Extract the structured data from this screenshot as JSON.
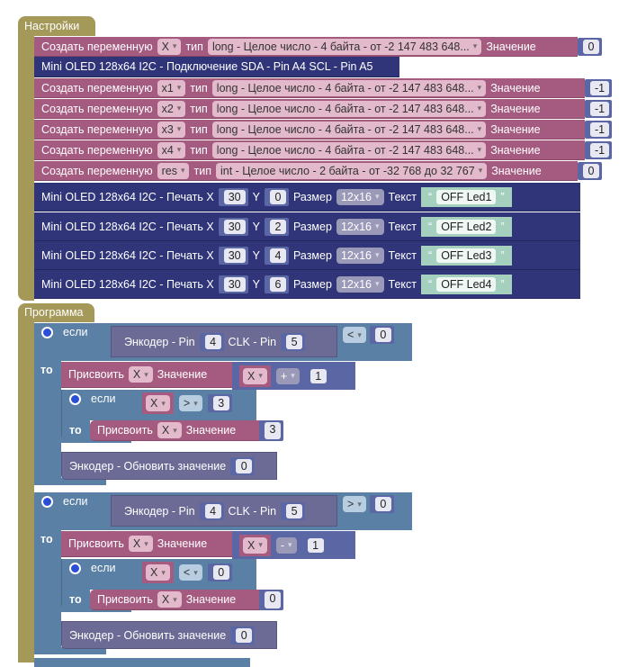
{
  "setup": {
    "label": "Настройки",
    "vars": [
      {
        "create": "Создать переменную",
        "name": "X",
        "type_label": "тип",
        "type": "long - Целое число - 4 байта - от -2 147 483 648...",
        "value_label": "Значение",
        "value": "0"
      },
      {
        "create": "Создать переменную",
        "name": "x1",
        "type_label": "тип",
        "type": "long - Целое число - 4 байта - от -2 147 483 648...",
        "value_label": "Значение",
        "value": "-1"
      },
      {
        "create": "Создать переменную",
        "name": "x2",
        "type_label": "тип",
        "type": "long - Целое число - 4 байта - от -2 147 483 648...",
        "value_label": "Значение",
        "value": "-1"
      },
      {
        "create": "Создать переменную",
        "name": "x3",
        "type_label": "тип",
        "type": "long - Целое число - 4 байта - от -2 147 483 648...",
        "value_label": "Значение",
        "value": "-1"
      },
      {
        "create": "Создать переменную",
        "name": "x4",
        "type_label": "тип",
        "type": "long - Целое число - 4 байта - от -2 147 483 648...",
        "value_label": "Значение",
        "value": "-1"
      },
      {
        "create": "Создать переменную",
        "name": "res",
        "type_label": "тип",
        "type": "int - Целое число - 2 байта - от -32 768 до 32 767",
        "value_label": "Значение",
        "value": "0"
      }
    ],
    "oled_connect": "Mini OLED 128x64 I2C - Подключение  SDA - Pin A4 SCL - Pin A5",
    "prints": [
      {
        "label": "Mini OLED 128x64 I2C - Печать X",
        "x": "30",
        "y_label": "Y",
        "y": "0",
        "size_label": "Размер",
        "size": "12x16",
        "text_label": "Текст",
        "text": "OFF Led1"
      },
      {
        "label": "Mini OLED 128x64 I2C - Печать X",
        "x": "30",
        "y_label": "Y",
        "y": "2",
        "size_label": "Размер",
        "size": "12x16",
        "text_label": "Текст",
        "text": "OFF Led2"
      },
      {
        "label": "Mini OLED 128x64 I2C - Печать X",
        "x": "30",
        "y_label": "Y",
        "y": "4",
        "size_label": "Размер",
        "size": "12x16",
        "text_label": "Текст",
        "text": "OFF Led3"
      },
      {
        "label": "Mini OLED 128x64 I2C - Печать X",
        "x": "30",
        "y_label": "Y",
        "y": "6",
        "size_label": "Размер",
        "size": "12x16",
        "text_label": "Текст",
        "text": "OFF Led4"
      }
    ],
    "quote_open": "“",
    "quote_close": "”"
  },
  "program": {
    "label": "Программа",
    "ifs": [
      {
        "if": "если",
        "then": "то",
        "enc": "Энкодер - Pin",
        "pin": "4",
        "clk": "CLK - Pin",
        "clk_pin": "5",
        "cmp": "<",
        "cmp_val": "0",
        "assign": "Присвоить",
        "var": "X",
        "value_label": "Значение",
        "op": "+",
        "op_val": "1",
        "inner_cmp": ">",
        "inner_val": "3",
        "inner_assign_val": "3",
        "update": "Энкодер - Обновить значение",
        "update_val": "0"
      },
      {
        "if": "если",
        "then": "то",
        "enc": "Энкодер - Pin",
        "pin": "4",
        "clk": "CLK - Pin",
        "clk_pin": "5",
        "cmp": ">",
        "cmp_val": "0",
        "assign": "Присвоить",
        "var": "X",
        "value_label": "Значение",
        "op": "-",
        "op_val": "1",
        "inner_cmp": "<",
        "inner_val": "0",
        "inner_assign_val": "0",
        "update": "Энкодер - Обновить значение",
        "update_val": "0"
      }
    ]
  }
}
